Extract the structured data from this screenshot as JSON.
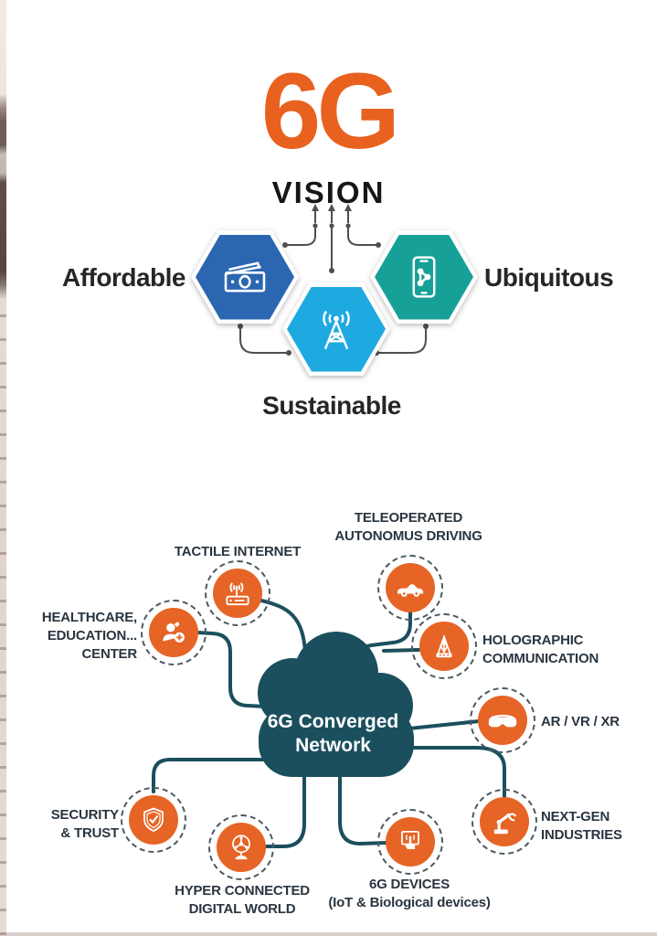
{
  "header": {
    "title": "6G",
    "subtitle": "VISION"
  },
  "colors": {
    "accent_orange": "#E8611F",
    "node_orange": "#E66425",
    "hub_teal": "#1B4F5E",
    "hex_blue": "#2B67B1",
    "hex_light_blue": "#1FA9E1",
    "hex_teal": "#17A098",
    "connector_gray": "#4F4F4F",
    "label_dark": "#2A3540"
  },
  "vision": {
    "items": [
      {
        "id": "affordable",
        "label": "Affordable",
        "color": "#2B67B1",
        "icon": "banknotes-icon"
      },
      {
        "id": "sustainable",
        "label": "Sustainable",
        "color": "#1FA9E1",
        "icon": "radio-tower-icon"
      },
      {
        "id": "ubiquitous",
        "label": "Ubiquitous",
        "color": "#17A098",
        "icon": "connected-phone-icon"
      }
    ]
  },
  "network": {
    "hub_label": "6G Converged\nNetwork",
    "nodes": [
      {
        "id": "tactile-internet",
        "label": "TACTILE INTERNET",
        "icon": "wireless-router-icon"
      },
      {
        "id": "teleoperated-driving",
        "label": "TELEOPERATED\nAUTONOMUS DRIVING",
        "icon": "car-icon"
      },
      {
        "id": "healthcare-education",
        "label": "HEALTHCARE,\nEDUCATION...\nCENTER",
        "icon": "doctor-icon"
      },
      {
        "id": "holographic-communication",
        "label": "HOLOGRAPHIC\nCOMMUNICATION",
        "icon": "hologram-icon"
      },
      {
        "id": "ar-vr-xr",
        "label": "AR / VR / XR",
        "icon": "vr-goggles-icon"
      },
      {
        "id": "security-trust",
        "label": "SECURITY\n& TRUST",
        "icon": "shield-check-icon"
      },
      {
        "id": "hyper-connected",
        "label": "HYPER CONNECTED\nDIGITAL WORLD",
        "icon": "connected-globe-icon"
      },
      {
        "id": "6g-devices",
        "label": "6G DEVICES\n(IoT & Biological devices)",
        "icon": "hand-device-icon"
      },
      {
        "id": "next-gen-industries",
        "label": "NEXT-GEN\nINDUSTRIES",
        "icon": "robot-arm-icon"
      }
    ]
  }
}
